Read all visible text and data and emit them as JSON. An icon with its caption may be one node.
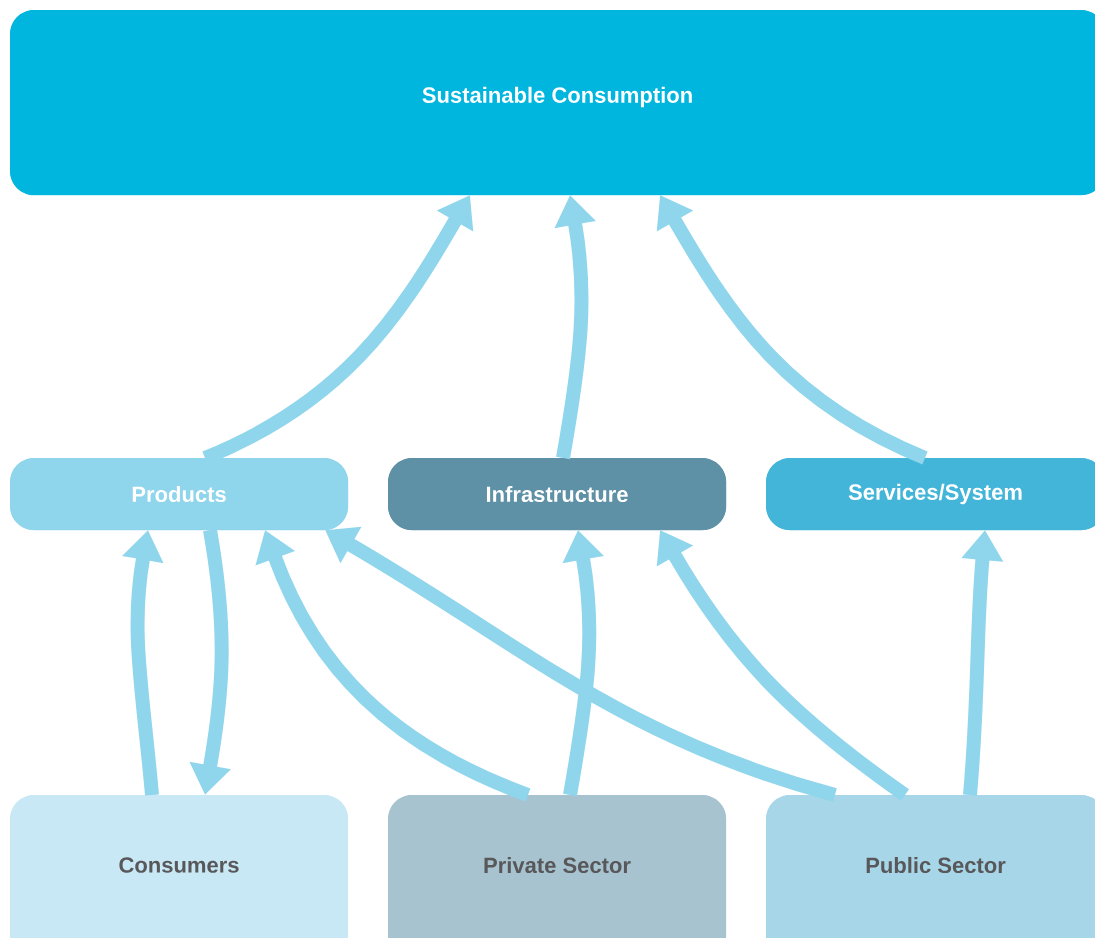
{
  "diagram": {
    "nodes": [
      {
        "text": [
          "Sustainable Consumption"
        ]
      },
      {
        "text": [
          "Products"
        ]
      },
      {
        "text": [
          "Infrastructure"
        ]
      },
      {
        "text": [
          "Services/System"
        ]
      },
      {
        "text": [
          "Consumers"
        ]
      },
      {
        "text": [
          "Private Sector"
        ]
      },
      {
        "text": [
          "Public Sector"
        ]
      }
    ],
    "edges": [
      {
        "from": 1,
        "to": 0,
        "arrow": "to"
      },
      {
        "from": 2,
        "to": 0,
        "arrow": "to"
      },
      {
        "from": 3,
        "to": 0,
        "arrow": "to"
      },
      {
        "from": 4,
        "to": 1,
        "arrow": "to"
      },
      {
        "from": 1,
        "to": 4,
        "arrow": "to"
      },
      {
        "from": 5,
        "to": 1,
        "arrow": "to"
      },
      {
        "from": 6,
        "to": 1,
        "arrow": "to"
      },
      {
        "from": 5,
        "to": 2,
        "arrow": "to"
      },
      {
        "from": 6,
        "to": 2,
        "arrow": "to"
      },
      {
        "from": 6,
        "to": 3,
        "arrow": "to"
      }
    ]
  }
}
